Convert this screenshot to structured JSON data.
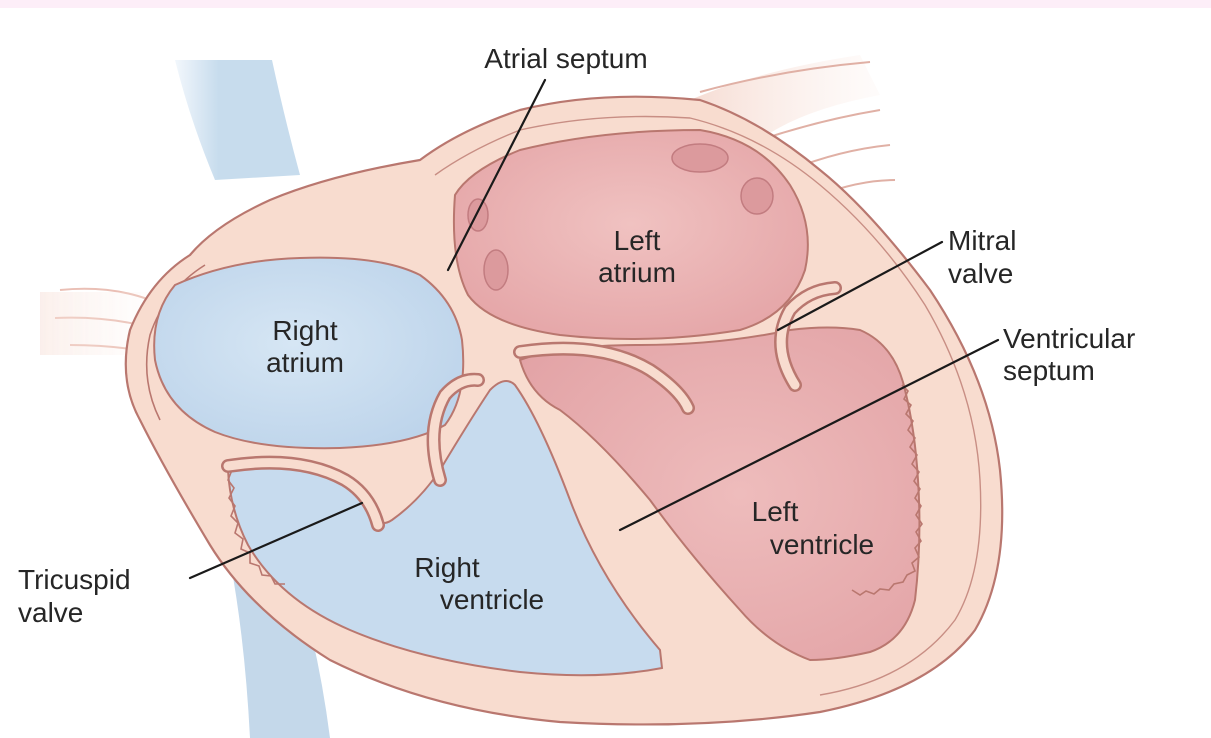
{
  "labels": {
    "atrial_septum": "Atrial septum",
    "left_atrium": [
      "Left",
      "atrium"
    ],
    "right_atrium": [
      "Right",
      "atrium"
    ],
    "mitral_valve": [
      "Mitral",
      "valve"
    ],
    "ventricular_septum": [
      "Ventricular",
      "septum"
    ],
    "left_ventricle": [
      "Left",
      "ventricle"
    ],
    "right_ventricle": [
      "Right",
      "ventricle"
    ],
    "tricuspid_valve": [
      "Tricuspid",
      "valve"
    ]
  },
  "colors": {
    "top_band": "#fdeef8",
    "vessel_blue": "#c5daec",
    "vessel_pink": "#f3d3cb",
    "wall": "#f8dccf",
    "outline": "#b9776f",
    "right_chamber": "#c8dcef",
    "left_chamber": "#eab2b3",
    "left_chamber_dark": "#dd9ca0",
    "text": "#262626"
  }
}
